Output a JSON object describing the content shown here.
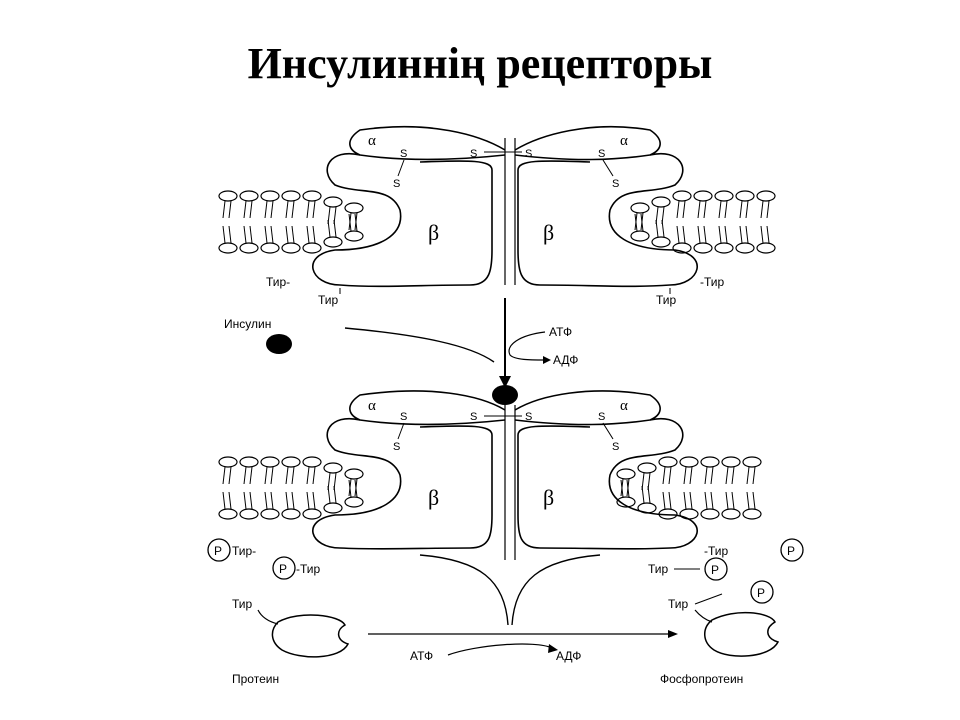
{
  "title": "Инсулиннің рецепторы",
  "labels": {
    "alpha": "α",
    "beta": "β",
    "s": "S",
    "tyr_left": "Тир-",
    "tyr_right": "-Тир",
    "tyr": "Тир",
    "tyr_dash": "-Тир",
    "p": "P",
    "insulin": "Инсулин",
    "atp": "АТФ",
    "adp": "АДФ",
    "protein": "Протеин",
    "phosphoprotein": "Фосфопротеин"
  },
  "colors": {
    "ink": "#000000",
    "background": "#ffffff"
  }
}
